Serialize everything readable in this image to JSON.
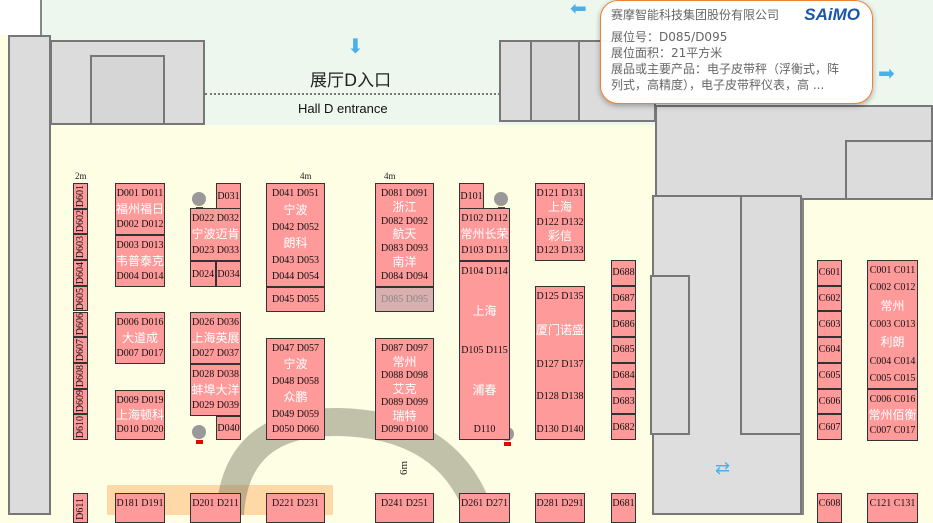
{
  "entrance": {
    "title_cn": "展厅D入口",
    "title_en": "Hall D entrance"
  },
  "scales": [
    "2m",
    "4m",
    "4m",
    "6m"
  ],
  "colors": {
    "booth": "#ff9a9a",
    "floor": "#fefee4",
    "tooltip_border": "#f08030",
    "arrow": "#4ab0ea"
  },
  "booths": [
    {
      "lines": [
        "D601"
      ]
    },
    {
      "lines": [
        "D602"
      ]
    },
    {
      "lines": [
        "D603"
      ]
    },
    {
      "lines": [
        "D604"
      ]
    },
    {
      "lines": [
        "D605"
      ]
    },
    {
      "lines": [
        "D606"
      ]
    },
    {
      "lines": [
        "D607"
      ]
    },
    {
      "lines": [
        "D608"
      ]
    },
    {
      "lines": [
        "D609"
      ]
    },
    {
      "lines": [
        "D610"
      ]
    },
    {
      "lines": [
        "D001 D011",
        "福州福日",
        "D002 D012"
      ]
    },
    {
      "lines": [
        "D003 D013",
        "韦普泰克",
        "D004 D014"
      ]
    },
    {
      "lines": [
        "D006 D016",
        "大道成",
        "D007 D017"
      ]
    },
    {
      "lines": [
        "D009 D019",
        "上海顿科",
        "D010 D020"
      ]
    },
    {
      "lines": [
        "D031"
      ]
    },
    {
      "lines": [
        "D022 D032",
        "宁波迈肯",
        "D023 D033"
      ]
    },
    {
      "lines": [
        "D024"
      ]
    },
    {
      "lines": [
        "D034"
      ]
    },
    {
      "lines": [
        "D026 D036",
        "上海英展",
        "D027 D037"
      ]
    },
    {
      "lines": [
        "D028 D038",
        "蚌埠大洋",
        "D029 D039"
      ]
    },
    {
      "lines": [
        "D040"
      ]
    },
    {
      "lines": [
        "D041 D051",
        "宁波",
        "D042 D052",
        "朗科",
        "D043 D053",
        "D044 D054"
      ]
    },
    {
      "lines": [
        "D045 D055"
      ]
    },
    {
      "lines": [
        "D047 D057",
        "宁波",
        "D048 D058",
        "众鹏",
        "D049 D059",
        "D050 D060"
      ]
    },
    {
      "lines": [
        "D081 D091",
        "浙江",
        "D082 D092",
        "航天",
        "D083 D093",
        "南洋",
        "D084 D094"
      ]
    },
    {
      "lines": [
        "D085 D095"
      ],
      "highlight": true
    },
    {
      "lines": [
        "D087 D097",
        "常州",
        "D088 D098",
        "艾克",
        "D089 D099",
        "瑞特",
        "D090 D100"
      ]
    },
    {
      "lines": [
        "D101"
      ]
    },
    {
      "lines": [
        "D102 D112",
        "常州长荣",
        "D103 D113"
      ]
    },
    {
      "lines": [
        "D104 D114",
        "上海",
        "D105 D115",
        "浦春",
        "D110"
      ]
    },
    {
      "lines": [
        "D121 D131",
        "上海",
        "D122 D132",
        "彩信",
        "D123 D133"
      ]
    },
    {
      "lines": [
        "D125 D135",
        "厦门诺盛",
        "D127 D137",
        "D128 D138",
        "D130 D140"
      ]
    },
    {
      "lines": [
        "D688"
      ]
    },
    {
      "lines": [
        "D687"
      ]
    },
    {
      "lines": [
        "D686"
      ]
    },
    {
      "lines": [
        "D685"
      ]
    },
    {
      "lines": [
        "D684"
      ]
    },
    {
      "lines": [
        "D683"
      ]
    },
    {
      "lines": [
        "D682"
      ]
    },
    {
      "lines": [
        "C601"
      ]
    },
    {
      "lines": [
        "C602"
      ]
    },
    {
      "lines": [
        "C603"
      ]
    },
    {
      "lines": [
        "C604"
      ]
    },
    {
      "lines": [
        "C605"
      ]
    },
    {
      "lines": [
        "C606"
      ]
    },
    {
      "lines": [
        "C607"
      ]
    },
    {
      "lines": [
        "C001 C011",
        "C002 C012",
        "常州",
        "C003 C013",
        "利朗",
        "C004 C014",
        "C005 C015"
      ]
    },
    {
      "lines": [
        "C006 C016",
        "常州佰衡",
        "C007 C017"
      ]
    },
    {
      "lines": [
        "D611"
      ]
    },
    {
      "lines": [
        "D181 D191"
      ]
    },
    {
      "lines": [
        "D201 D211"
      ]
    },
    {
      "lines": [
        "D221 D231"
      ]
    },
    {
      "lines": [
        "D241 D251"
      ]
    },
    {
      "lines": [
        "D261 D271"
      ]
    },
    {
      "lines": [
        "D281 D291"
      ]
    },
    {
      "lines": [
        "D681"
      ]
    },
    {
      "lines": [
        "C608"
      ]
    },
    {
      "lines": [
        "C121 C131"
      ]
    }
  ],
  "tooltip": {
    "company": "赛摩智能科技集团股份有限公司",
    "logo": "SAiMO",
    "booth_no": "展位号：D085/D095",
    "area": "展位面积：21平方米",
    "products_1": "展品或主要产品：电子皮带秤（浮衡式，阵",
    "products_2": "列式，高精度），电子皮带秤仪表，高 ..."
  }
}
